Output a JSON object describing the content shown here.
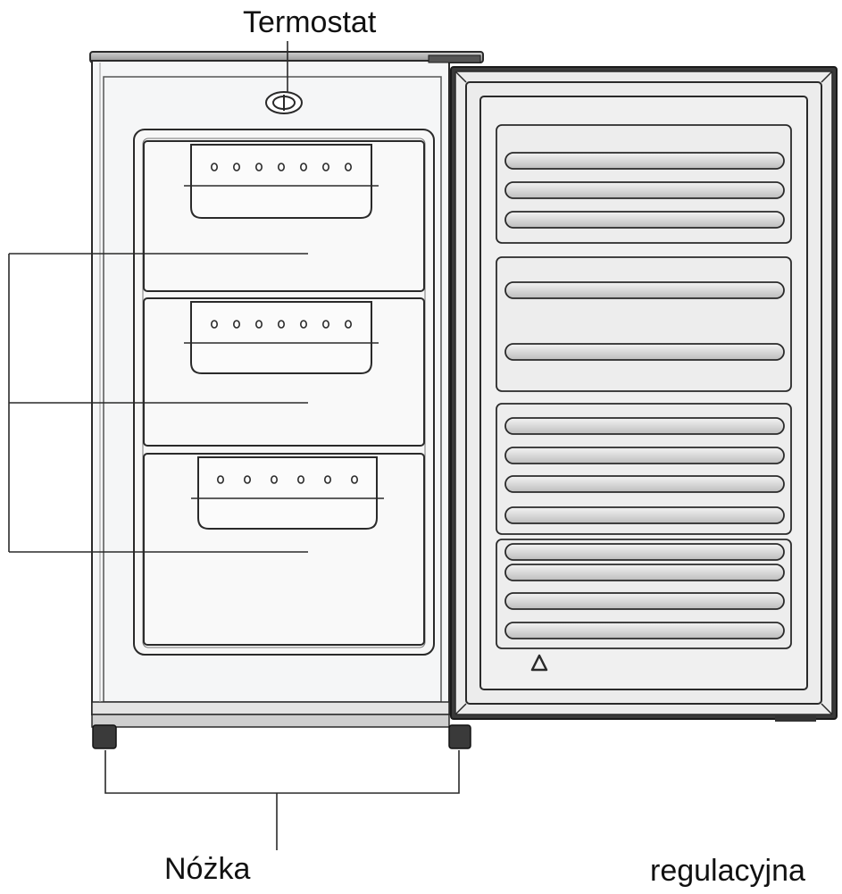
{
  "labels": {
    "thermostat": "Termostat",
    "foot_word1": "Nóżka",
    "foot_word2": "regulacyjna"
  },
  "colors": {
    "outline": "#2a2a2a",
    "cabinet_fill": "#f5f6f7",
    "drawer_fill": "#f9f9f9",
    "door_frame": "#ececec",
    "door_panel": "#f0f0f0",
    "ridge_fill": "#d4d4d4",
    "feet": "#3a3a3a"
  },
  "diagram": {
    "drawers": [
      {
        "holes": 7
      },
      {
        "holes": 7
      },
      {
        "holes": 6
      }
    ],
    "door_ridge_groups": [
      3,
      2,
      4,
      4
    ]
  }
}
